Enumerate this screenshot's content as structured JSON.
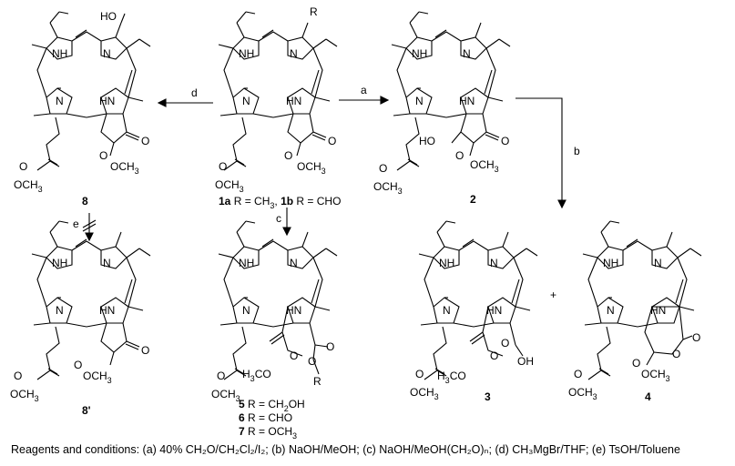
{
  "compounds": [
    {
      "id": "8",
      "label": "8",
      "substituents": {
        "top": "HO",
        "ester_a": "OCH3",
        "ester_b": "OCH3",
        "ring": [
          "NH",
          "N",
          "N",
          "HN",
          "O",
          "O",
          "O"
        ]
      }
    },
    {
      "id": "1",
      "label_a": "1a",
      "text_a": " R = CH",
      "sub_a": "3",
      "label_b": "1b",
      "text_b": " R = CHO",
      "r_label": "R"
    },
    {
      "id": "2",
      "label": "2",
      "hydroxyl": "HO"
    },
    {
      "id": "8p",
      "label": "8'"
    },
    {
      "id": "5-7",
      "rows": [
        {
          "num": "5",
          "text": " R = CH",
          "sub": "2",
          "tail": "OH"
        },
        {
          "num": "6",
          "text": " R = CHO",
          "sub": "",
          "tail": ""
        },
        {
          "num": "7",
          "text": " R = OCH",
          "sub": "3",
          "tail": ""
        }
      ],
      "r_label": "R",
      "ester": "H3CO"
    },
    {
      "id": "3",
      "label": "3",
      "acid": "OH",
      "ester": "H3CO"
    },
    {
      "id": "4",
      "label": "4"
    }
  ],
  "atoms": {
    "nh": "NH",
    "hn": "HN",
    "n": "N",
    "o": "O",
    "och3": "OCH",
    "och3_sub": "3",
    "ho": "HO",
    "oh": "OH",
    "h3co": "H",
    "h3co_sub": "3",
    "h3co_tail": "CO"
  },
  "arrows": {
    "a": "a",
    "b": "b",
    "c": "c",
    "d": "d",
    "e": "e"
  },
  "plus": "+",
  "caption": "Reagents and conditions: (a) 40% CH₂O/CH₂Cl₂/I₂; (b) NaOH/MeOH; (c) NaOH/MeOH(CH₂O)ₙ; (d) CH₃MgBr/THF; (e) TsOH/Toluene"
}
